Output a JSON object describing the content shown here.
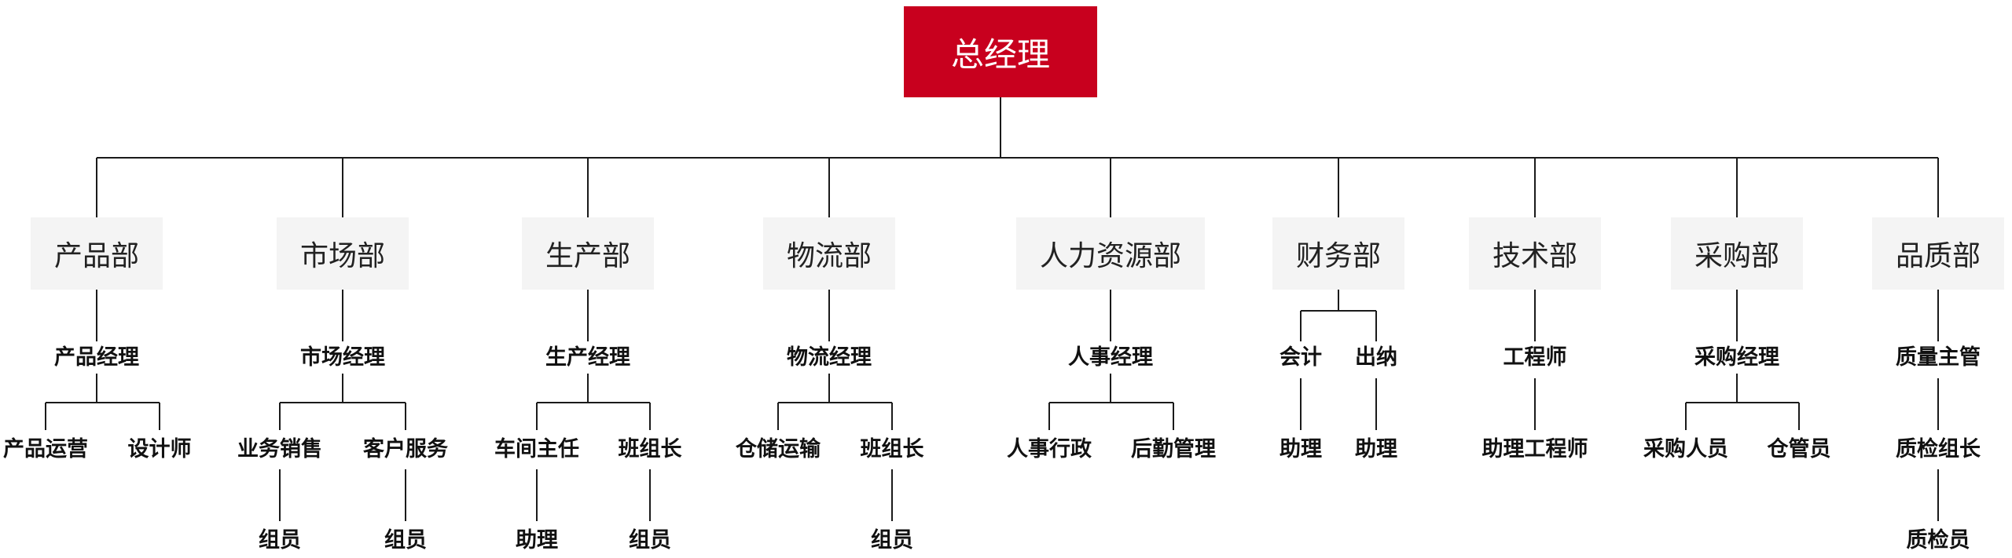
{
  "org": {
    "root": "总经理",
    "departments": [
      {
        "name": "产品部",
        "manager": "产品经理",
        "staff": [
          {
            "name": "产品运营",
            "sub": ""
          },
          {
            "name": "设计师",
            "sub": ""
          }
        ]
      },
      {
        "name": "市场部",
        "manager": "市场经理",
        "staff": [
          {
            "name": "业务销售",
            "sub": "组员"
          },
          {
            "name": "客户服务",
            "sub": "组员"
          }
        ]
      },
      {
        "name": "生产部",
        "manager": "生产经理",
        "staff": [
          {
            "name": "车间主任",
            "sub": "助理"
          },
          {
            "name": "班组长",
            "sub": "组员"
          }
        ]
      },
      {
        "name": "物流部",
        "manager": "物流经理",
        "staff": [
          {
            "name": "仓储运输",
            "sub": ""
          },
          {
            "name": "班组长",
            "sub": "组员"
          }
        ]
      },
      {
        "name": "人力资源部",
        "manager": "人事经理",
        "staff": [
          {
            "name": "人事行政",
            "sub": ""
          },
          {
            "name": "后勤管理",
            "sub": ""
          }
        ]
      },
      {
        "name": "财务部",
        "managers": [
          {
            "name": "会计",
            "sub": "助理"
          },
          {
            "name": "出纳",
            "sub": "助理"
          }
        ]
      },
      {
        "name": "技术部",
        "manager": "工程师",
        "chain": [
          "助理工程师"
        ]
      },
      {
        "name": "采购部",
        "manager": "采购经理",
        "staff": [
          {
            "name": "采购人员",
            "sub": ""
          },
          {
            "name": "仓管员",
            "sub": ""
          }
        ]
      },
      {
        "name": "品质部",
        "manager": "质量主管",
        "chain": [
          "质检组长",
          "质检员"
        ]
      }
    ]
  }
}
